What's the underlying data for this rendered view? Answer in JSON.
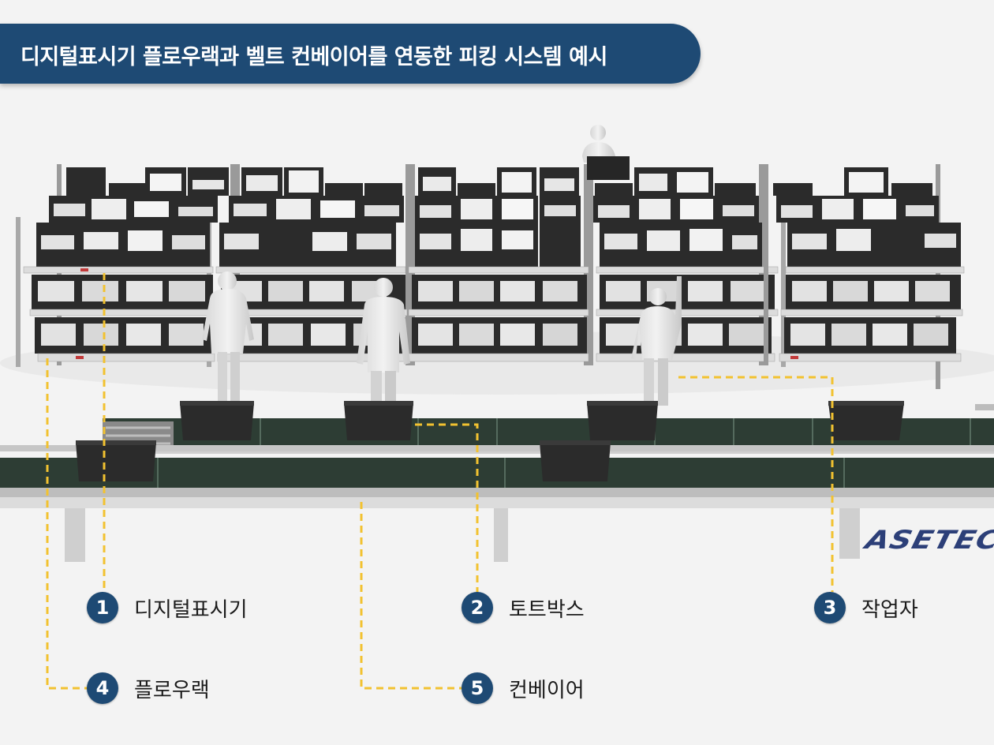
{
  "title": "디지털표시기 플로우랙과 벨트 컨베이어를 연동한 피킹 시스템 예시",
  "logo_text": "ASETEC",
  "legend": [
    {
      "number": "1",
      "label": "디지털표시기"
    },
    {
      "number": "2",
      "label": "토트박스"
    },
    {
      "number": "3",
      "label": "작업자"
    },
    {
      "number": "4",
      "label": "플로우랙"
    },
    {
      "number": "5",
      "label": "컨베이어"
    }
  ],
  "colors": {
    "banner": "#1e4a74",
    "badge": "#1e4a74",
    "callout_line": "#f2c230",
    "logo": "#2c3f78",
    "belt": "#2d3d34",
    "box": "#2b2b2b"
  }
}
